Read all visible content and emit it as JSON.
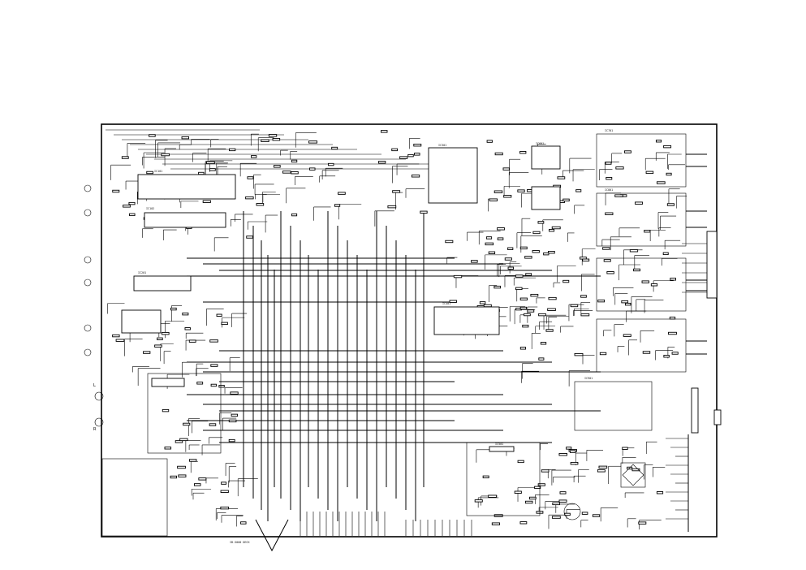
{
  "diagram": {
    "title_block_text": "IB-5000 DECK",
    "connector_labels": {
      "left_l": "L",
      "left_r": "R"
    },
    "ic_labels": [
      "IC101",
      "IC102",
      "IC201",
      "IC301",
      "IC401",
      "IC501",
      "IC601",
      "IC701",
      "IC801",
      "IC901"
    ],
    "icon": "circuit-schematic"
  }
}
